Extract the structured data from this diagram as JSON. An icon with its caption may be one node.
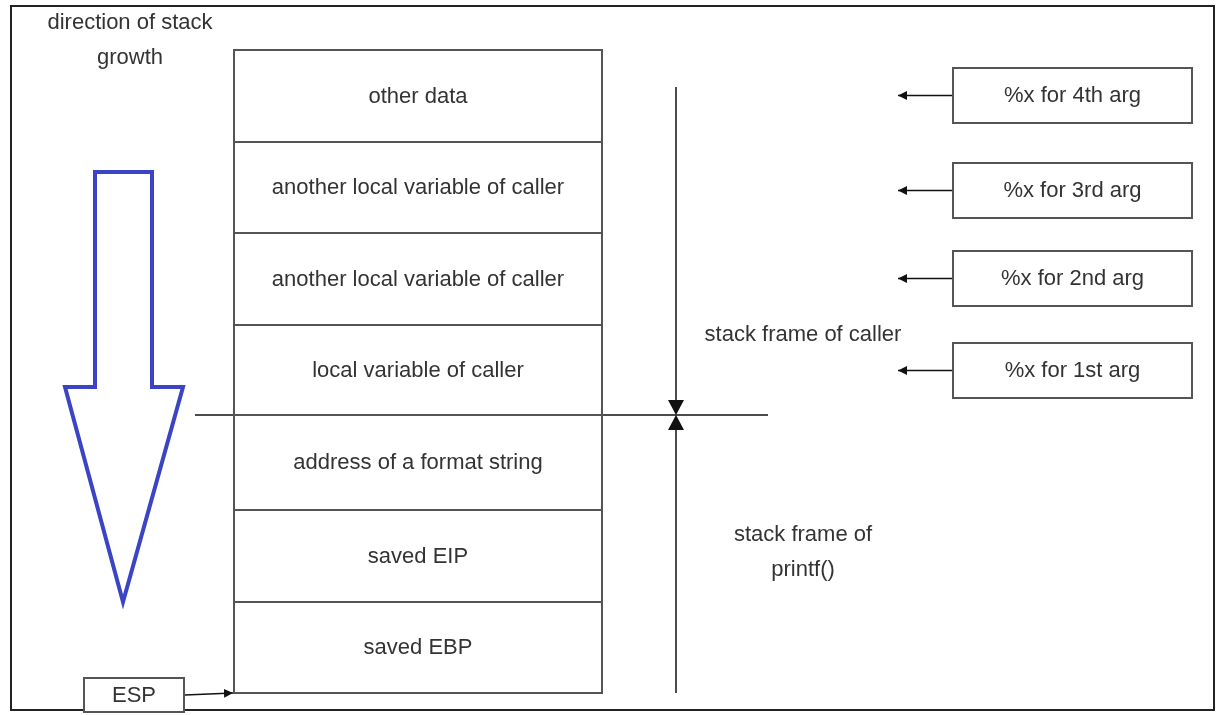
{
  "diagram": {
    "nodes": [
      {
        "text": [
          "other data"
        ]
      },
      {
        "text": [
          "another local variable of caller"
        ]
      },
      {
        "text": [
          "another local variable of caller"
        ]
      },
      {
        "text": [
          "local variable of caller"
        ]
      },
      {
        "text": [
          "address of a format string"
        ]
      },
      {
        "text": [
          "saved EIP"
        ]
      },
      {
        "text": [
          "saved EBP"
        ]
      },
      {
        "text": [
          "ESP"
        ]
      },
      {
        "text": [
          "%x for 4th arg"
        ]
      },
      {
        "text": [
          "%x for 3rd arg"
        ]
      },
      {
        "text": [
          "%x for 2nd arg"
        ]
      },
      {
        "text": [
          "%x for 1st arg"
        ]
      }
    ],
    "edges": [
      {
        "from": 7,
        "to": 6,
        "arrow": "to"
      },
      {
        "from": 8,
        "to": null,
        "arrow": "to"
      },
      {
        "from": 9,
        "to": null,
        "arrow": "to"
      },
      {
        "from": 10,
        "to": null,
        "arrow": "to"
      },
      {
        "from": 11,
        "to": null,
        "arrow": "to"
      }
    ],
    "labels": [
      "direction of stack growth",
      "stack frame of caller",
      "stack frame of printf()"
    ]
  }
}
